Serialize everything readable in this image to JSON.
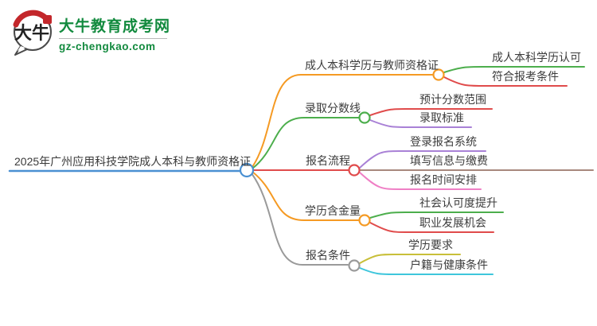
{
  "logo": {
    "icon_text": "大牛",
    "title": "大牛教育成考网",
    "domain": "gz-chengkao.com"
  },
  "palette": {
    "root_blue": "#4a90d2",
    "orange": "#f59a23",
    "green": "#4cae4c",
    "red": "#e04b4b",
    "purple": "#a981d6",
    "brown": "#a8887d",
    "pink": "#ef7fc5",
    "gray": "#9a9a9a",
    "olive": "#c8bf39",
    "cyan": "#3ec6dc",
    "logo_green": "#128a3e",
    "logo_red": "#c3272b",
    "label_text": "#3c3c3c"
  },
  "mindmap": {
    "root": {
      "label": "2025年广州应用科技学院成人本科与教师资格证",
      "color": "#4a90d2"
    },
    "branches": [
      {
        "label": "成人本科学历与教师资格证",
        "color": "#f59a23",
        "children": [
          {
            "label": "成人本科学历认可",
            "color": "#4cae4c"
          },
          {
            "label": "符合报考条件",
            "color": "#e04b4b"
          }
        ]
      },
      {
        "label": "录取分数线",
        "color": "#4cae4c",
        "children": [
          {
            "label": "预计分数范围",
            "color": "#e04b4b"
          },
          {
            "label": "录取标准",
            "color": "#a981d6"
          }
        ]
      },
      {
        "label": "报名流程",
        "color": "#e04b4b",
        "children": [
          {
            "label": "登录报名系统",
            "color": "#a981d6"
          },
          {
            "label": "填写信息与缴费",
            "color": "#a8887d"
          },
          {
            "label": "报名时间安排",
            "color": "#ef7fc5"
          }
        ]
      },
      {
        "label": "学历含金量",
        "color": "#f59a23",
        "children": [
          {
            "label": "社会认可度提升",
            "color": "#4cae4c"
          },
          {
            "label": "职业发展机会",
            "color": "#e04b4b"
          }
        ]
      },
      {
        "label": "报名条件",
        "color": "#9a9a9a",
        "children": [
          {
            "label": "学历要求",
            "color": "#c8bf39"
          },
          {
            "label": "户籍与健康条件",
            "color": "#3ec6dc"
          }
        ]
      }
    ]
  }
}
